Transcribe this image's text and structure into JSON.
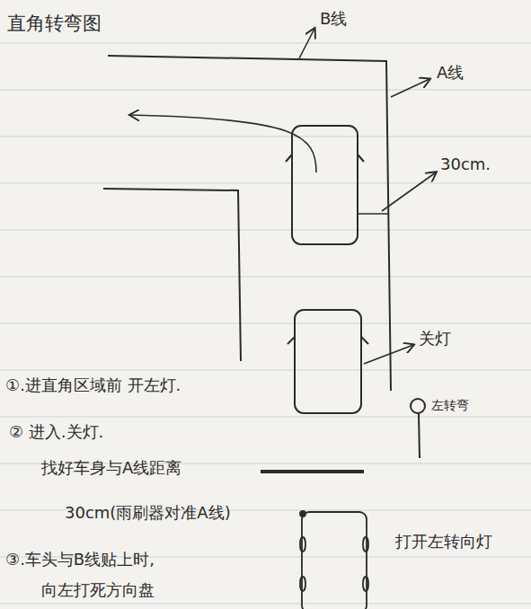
{
  "diagram": {
    "title": "直角转弯图",
    "labels": [
      "B线",
      "A线",
      "30cm.",
      "关灯",
      "①.进直角区域前 开左灯.",
      "② 进入.关灯.",
      "找好车身与A线距离",
      "30cm(雨刷器对准A线)",
      "③.车头与B线贴上时,",
      "向左打死方向盘",
      "打开左转向灯",
      "左转弯"
    ]
  }
}
